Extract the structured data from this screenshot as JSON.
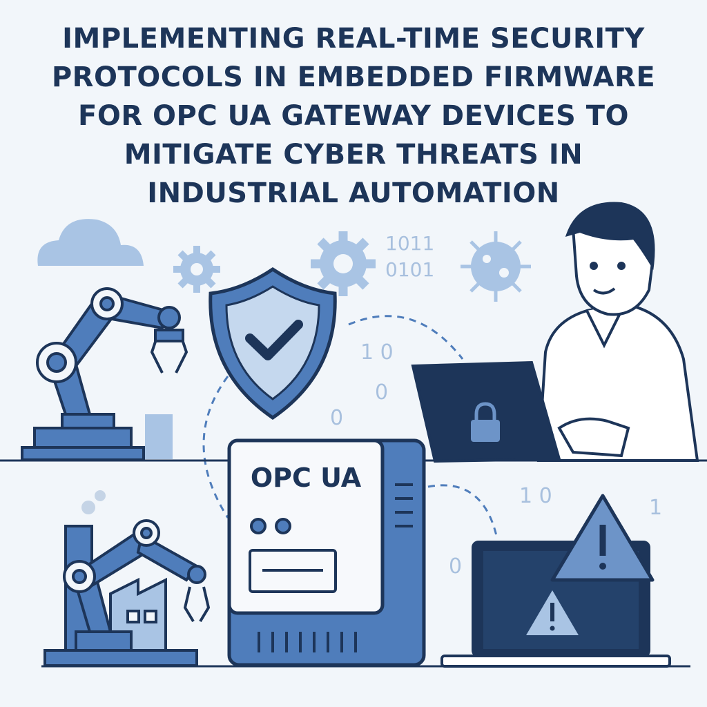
{
  "title": {
    "lines": [
      "IMPLEMENTING REAL-TIME SECURITY",
      "PROTOCOLS IN EMBEDDED FIRMWARE",
      "FOR OPC UA GATEWAY DEVICES TO",
      "MITIGATE CYBER THREATS IN",
      "INDUSTRIAL AUTOMATION"
    ]
  },
  "gateway": {
    "label": "OPC UA"
  },
  "binary": {
    "top_line1": "1011",
    "top_line2": "0101",
    "mid_pair": "1 0",
    "mid_zero1": "0",
    "mid_zero2": "0",
    "low_pair": "1 0",
    "low_one": "1",
    "low_zero": "0"
  },
  "colors": {
    "navy": "#1d3559",
    "blue": "#4f7dbb",
    "light_blue": "#a9c4e4",
    "background": "#f2f6fa"
  }
}
